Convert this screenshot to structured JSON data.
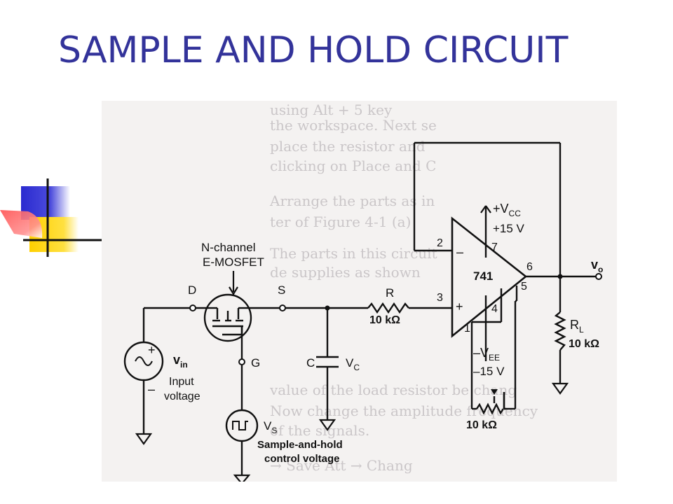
{
  "slide": {
    "title": "SAMPLE AND HOLD CIRCUIT"
  },
  "colors": {
    "title": "#33339a",
    "deco_blue": "#3434d2",
    "deco_yellow": "#ffd400",
    "deco_red": "#ff4040",
    "wire": "#111111",
    "scan_bg": "#f4f2f1"
  },
  "circuit": {
    "mosfet_label_1": "N-channel",
    "mosfet_label_2": "E-MOSFET",
    "node_d": "D",
    "node_s": "S",
    "node_g": "G",
    "source_plus": "+",
    "source_minus": "–",
    "vin_main": "v",
    "vin_sub": "in",
    "input_label_1": "Input",
    "input_label_2": "voltage",
    "cap_c": "C",
    "vc_main": "V",
    "vc_sub": "C",
    "r_label": "R",
    "r_value": "10 kΩ",
    "vs_main": "V",
    "vs_sub": "S",
    "sh_label_1": "Sample-and-hold",
    "sh_label_2": "control voltage",
    "opamp": "741",
    "pin2": "2",
    "pin3": "3",
    "pin4": "4",
    "pin5": "5",
    "pin6": "6",
    "pin7": "7",
    "pin1": "1",
    "inv": "–",
    "noninv": "+",
    "vcc_main": "+V",
    "vcc_sub": "CC",
    "vcc_val": "+15 V",
    "vee_main": "–V",
    "vee_sub": "EE",
    "vee_val": "–15 V",
    "pot_value": "10 kΩ",
    "vo_main": "v",
    "vo_sub": "o",
    "rl_main": "R",
    "rl_sub": "L",
    "rl_value": "10 kΩ"
  }
}
